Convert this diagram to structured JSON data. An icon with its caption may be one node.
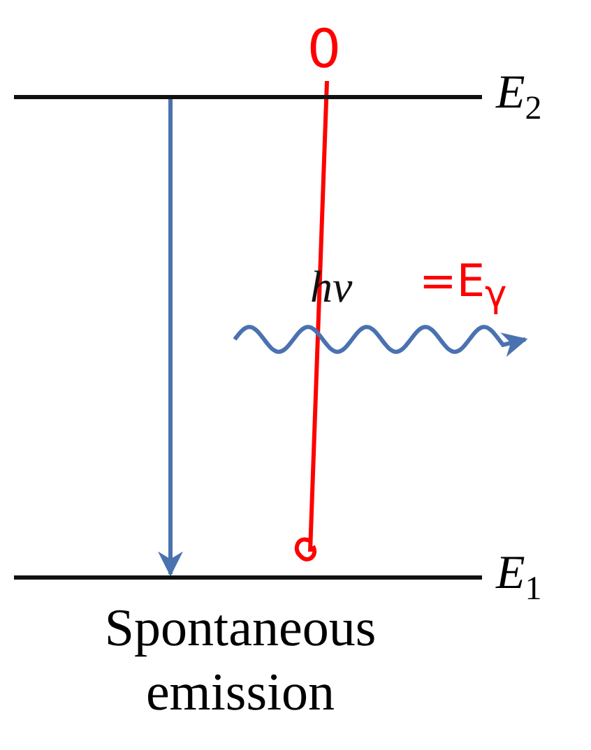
{
  "diagram": {
    "caption": "Spontaneous emission",
    "nodes": [
      {
        "text": [],
        "shape": "bar",
        "beside": [
          "E$_{2}$"
        ]
      },
      {
        "text": [],
        "shape": "bar",
        "beside": [
          "E$_{1}$"
        ]
      },
      {
        "text": [
          "0"
        ]
      }
    ],
    "edges": [
      {
        "from": 0,
        "to": 1,
        "arrow": "to",
        "color": "#4a72b0"
      },
      {
        "from": 2,
        "to": null,
        "arrow": "none",
        "color": "#ff0000"
      }
    ],
    "labels": [
      "hν",
      "=E$_{γ}$"
    ]
  }
}
